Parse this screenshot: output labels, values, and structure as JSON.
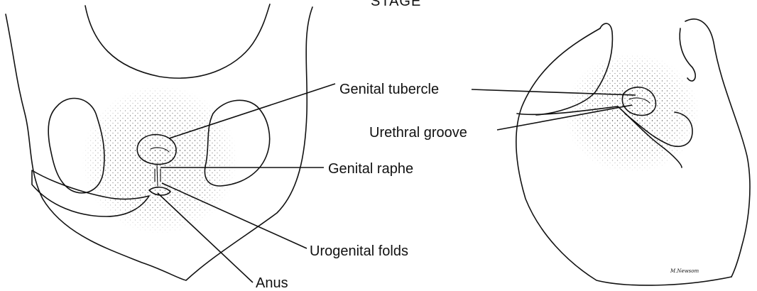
{
  "heading": "STAGE",
  "labels": {
    "genital_tubercle": "Genital tubercle",
    "urethral_groove": "Urethral groove",
    "genital_raphe": "Genital raphe",
    "urogenital_folds": "Urogenital folds",
    "anus": "Anus"
  },
  "signature": "M.Newsom",
  "colors": {
    "ink": "#111111",
    "background": "#ffffff"
  }
}
